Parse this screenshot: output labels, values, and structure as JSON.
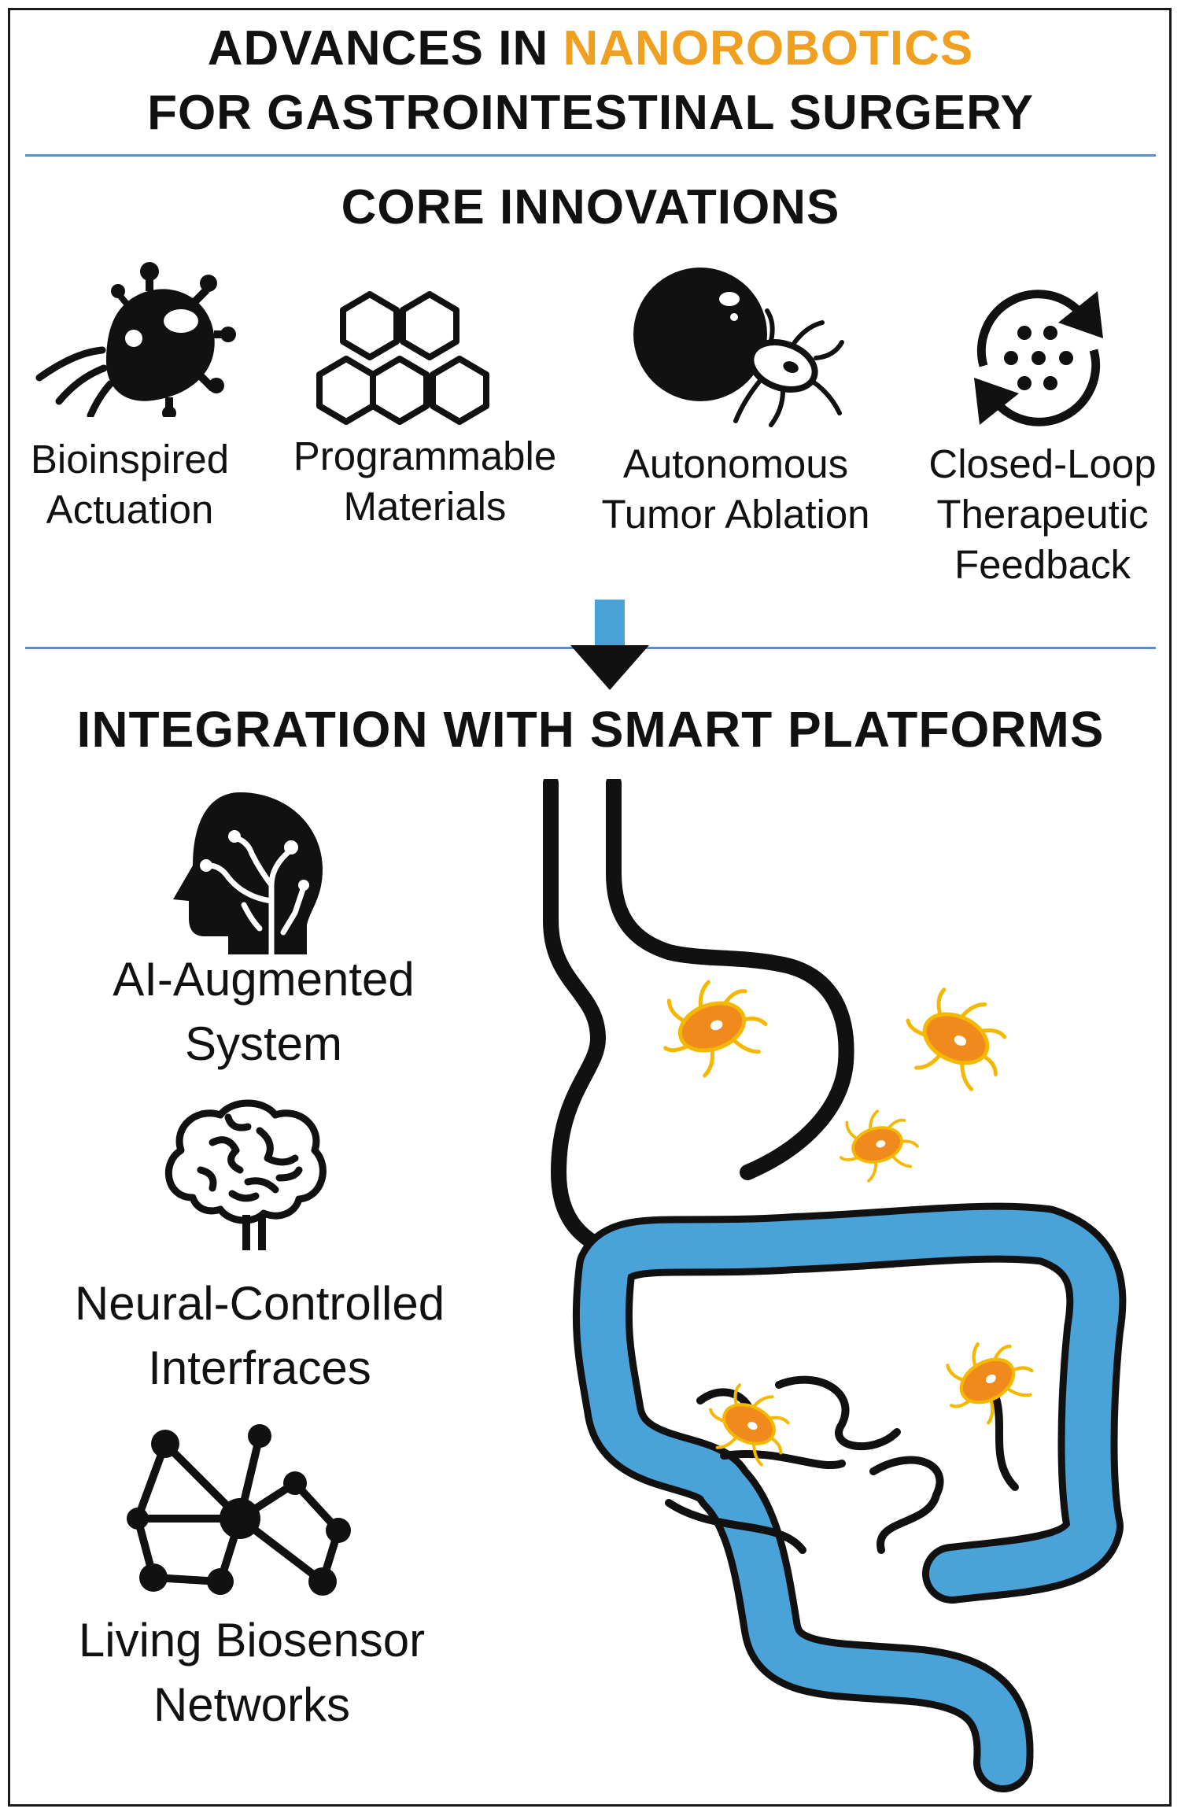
{
  "header": {
    "title_part1": "ADVANCES IN ",
    "title_accent": "NANOROBOTICS",
    "title_line2": "FOR GASTROINTESTINAL SURGERY"
  },
  "core": {
    "title": "CORE INNOVATIONS",
    "items": [
      {
        "line1": "Bioinspired",
        "line2": "Actuation",
        "icon": "microbe-robot-icon"
      },
      {
        "line1": "Programmable",
        "line2": "Materials",
        "icon": "hexagon-lattice-icon"
      },
      {
        "line1": "Autonomous",
        "line2": "Tumor Ablation",
        "icon": "tumor-ablation-icon"
      },
      {
        "line1": "Closed-Loop",
        "line2": "Therapeutic",
        "line3": "Feedback",
        "icon": "feedback-loop-icon"
      }
    ]
  },
  "smart": {
    "title": "INTEGRATION WITH SMART PLATFORMS",
    "items": [
      {
        "line1": "AI-Augmented",
        "line2": "System",
        "icon": "ai-head-icon"
      },
      {
        "line1": "Neural-Controlled",
        "line2": "Interfraces",
        "icon": "brain-icon"
      },
      {
        "line1": "Living Biosensor",
        "line2": "Networks",
        "icon": "network-icon"
      }
    ]
  },
  "colors": {
    "accent": "#f0a021",
    "rule": "#5b8fc9",
    "intestine": "#4aa3d8",
    "arrow": "#4aa3d8",
    "nanobot": "#f08a1c"
  }
}
